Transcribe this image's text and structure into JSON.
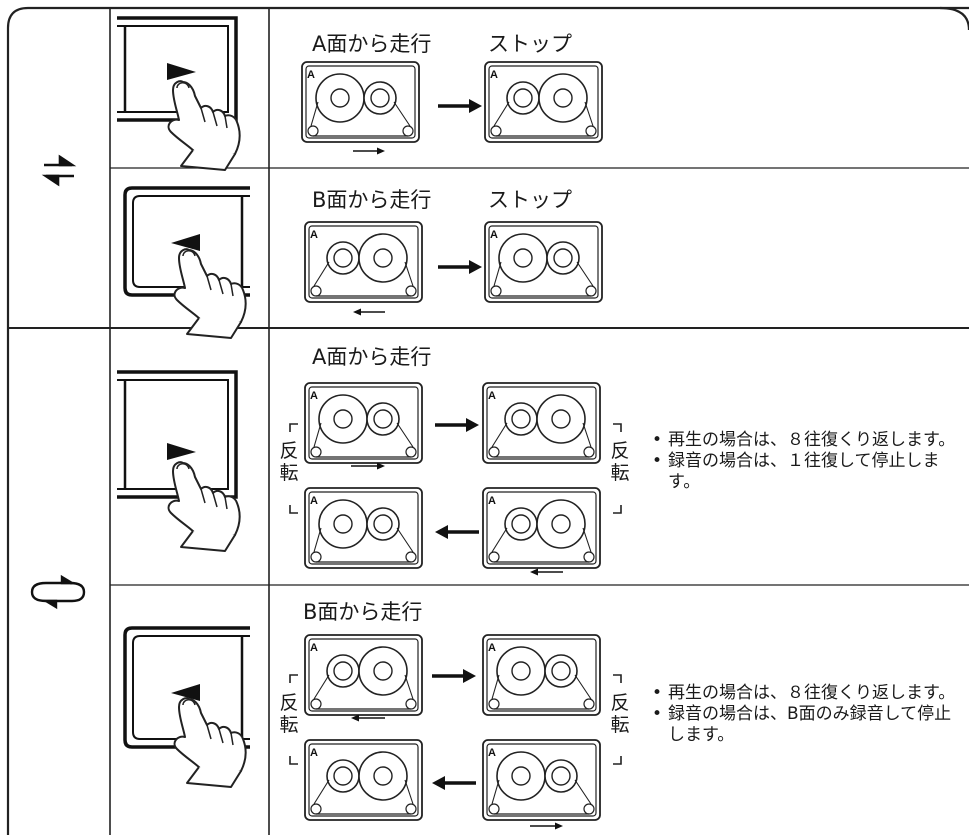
{
  "rows": [
    {
      "mode_icon": "one-way-reverse-icon",
      "sub": [
        {
          "button": "play-forward",
          "side_label": "A面から走行",
          "end_label": "ストップ",
          "tape_direction": "forward"
        },
        {
          "button": "play-reverse",
          "side_label": "B面から走行",
          "end_label": "ストップ",
          "tape_direction": "reverse"
        }
      ]
    },
    {
      "mode_icon": "continuous-reverse-icon",
      "sub": [
        {
          "button": "play-forward",
          "side_label": "A面から走行",
          "reverse_label": "反転",
          "notes": [
            "再生の場合は、８往復くり返します。",
            "録音の場合は、１往復して停止します。"
          ]
        },
        {
          "button": "play-reverse",
          "side_label": "B面から走行",
          "reverse_label": "反転",
          "notes": [
            "再生の場合は、８往復くり返します。",
            "録音の場合は、B面のみ録音して停止します。"
          ]
        }
      ]
    }
  ],
  "cassette_side_mark": "A"
}
